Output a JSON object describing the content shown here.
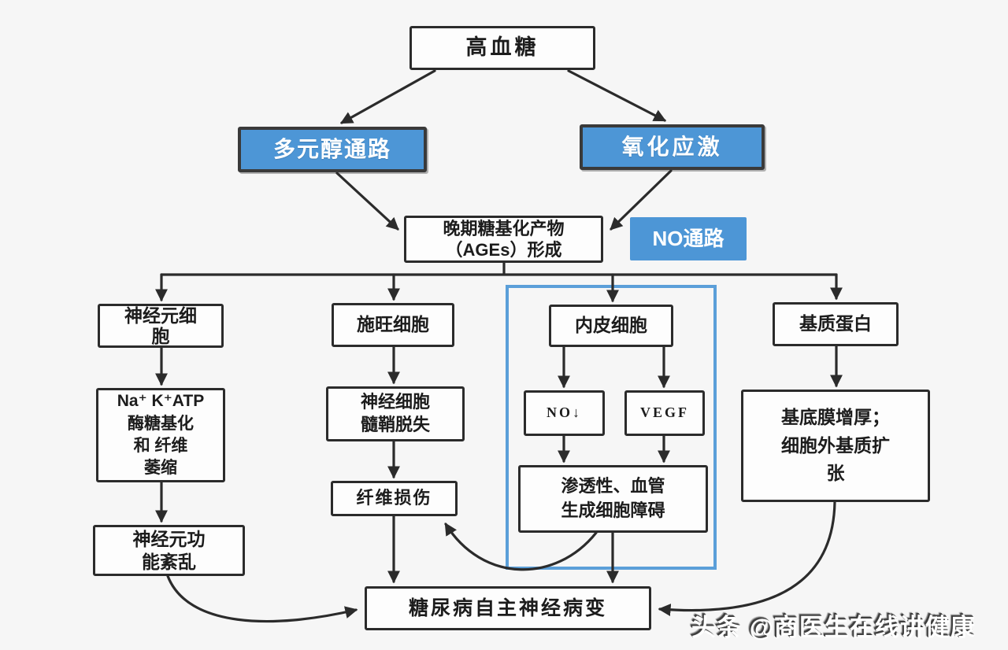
{
  "colors": {
    "background": "#f6f6f6",
    "box_border": "#2b2b2b",
    "blue_fill": "#4d96d6",
    "blue_frame_border": "#5b9fd9",
    "arrow": "#2b2b2b",
    "watermark_text": "#ffffff"
  },
  "nodes": {
    "hyperglycemia": "高血糖",
    "polyol_pathway": "多元醇通路",
    "oxidative_stress": "氧化应激",
    "ages_formation": "晚期糖基化产物\n（AGEs）形成",
    "no_pathway": "NO通路",
    "neuronal_cell": "神经元细\n胞",
    "schwann_cell": "施旺细胞",
    "endothelial_cell": "内皮细胞",
    "matrix_protein": "基质蛋白",
    "na_k_atp_glycation": "Na⁺ K⁺ATP\n酶糖基化\n和 纤维\n萎缩",
    "demyelination": "神经细胞\n髓鞘脱失",
    "no_decrease": "NO↓",
    "vegf": "VEGF",
    "fiber_damage": "纤维损伤",
    "permeability_angiogenesis": "渗透性、血管\n生成细胞障碍",
    "basement_membrane": "基底膜增厚；\n细胞外基质扩\n张",
    "neuronal_dysfunction": "神经元功\n能紊乱",
    "outcome": "糖尿病自主神经病变"
  },
  "watermark": "头条 @商医生在线讲健康"
}
